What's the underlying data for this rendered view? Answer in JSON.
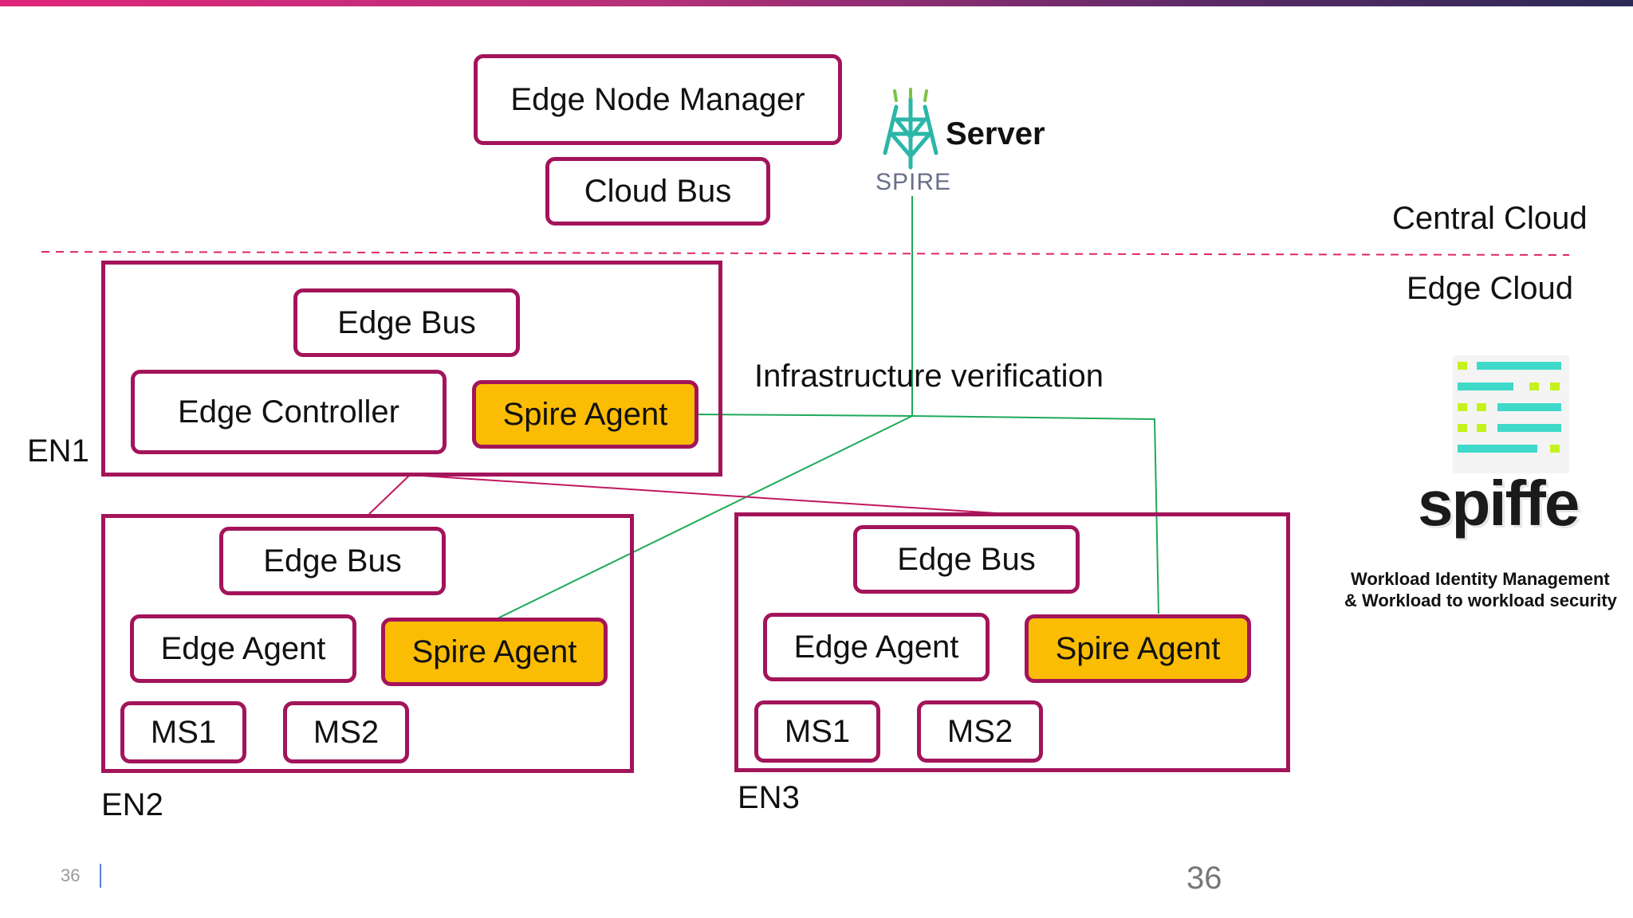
{
  "central": {
    "edge_node_manager": "Edge Node Manager",
    "cloud_bus": "Cloud Bus"
  },
  "spire": {
    "server_label": "Server",
    "logo_text": "SPIRE",
    "icon": "spire-tower-icon"
  },
  "zones": {
    "central_cloud": "Central Cloud",
    "edge_cloud": "Edge Cloud"
  },
  "verification_label": "Infrastructure verification",
  "en1": {
    "name": "EN1",
    "edge_bus": "Edge Bus",
    "edge_controller": "Edge Controller",
    "spire_agent": "Spire Agent"
  },
  "en2": {
    "name": "EN2",
    "edge_bus": "Edge Bus",
    "edge_agent": "Edge Agent",
    "spire_agent": "Spire Agent",
    "ms1": "MS1",
    "ms2": "MS2"
  },
  "en3": {
    "name": "EN3",
    "edge_bus": "Edge Bus",
    "edge_agent": "Edge Agent",
    "spire_agent": "Spire Agent",
    "ms1": "MS1",
    "ms2": "MS2"
  },
  "spiffe": {
    "logo_text": "spiffe",
    "icon": "spiffe-logo-icon",
    "caption_line1": "Workload Identity Management",
    "caption_line2": "& Workload to workload security"
  },
  "footer": {
    "page_left": "36",
    "page_center": "36"
  },
  "colors": {
    "border": "#a3145a",
    "agent_fill": "#fbbc04",
    "green_line": "#1faa5a",
    "dashed_line": "#e0266e",
    "spire_teal": "#2bb6a8",
    "spiffe_teal": "#3fd9c9",
    "spiffe_lime": "#c5f21c"
  }
}
